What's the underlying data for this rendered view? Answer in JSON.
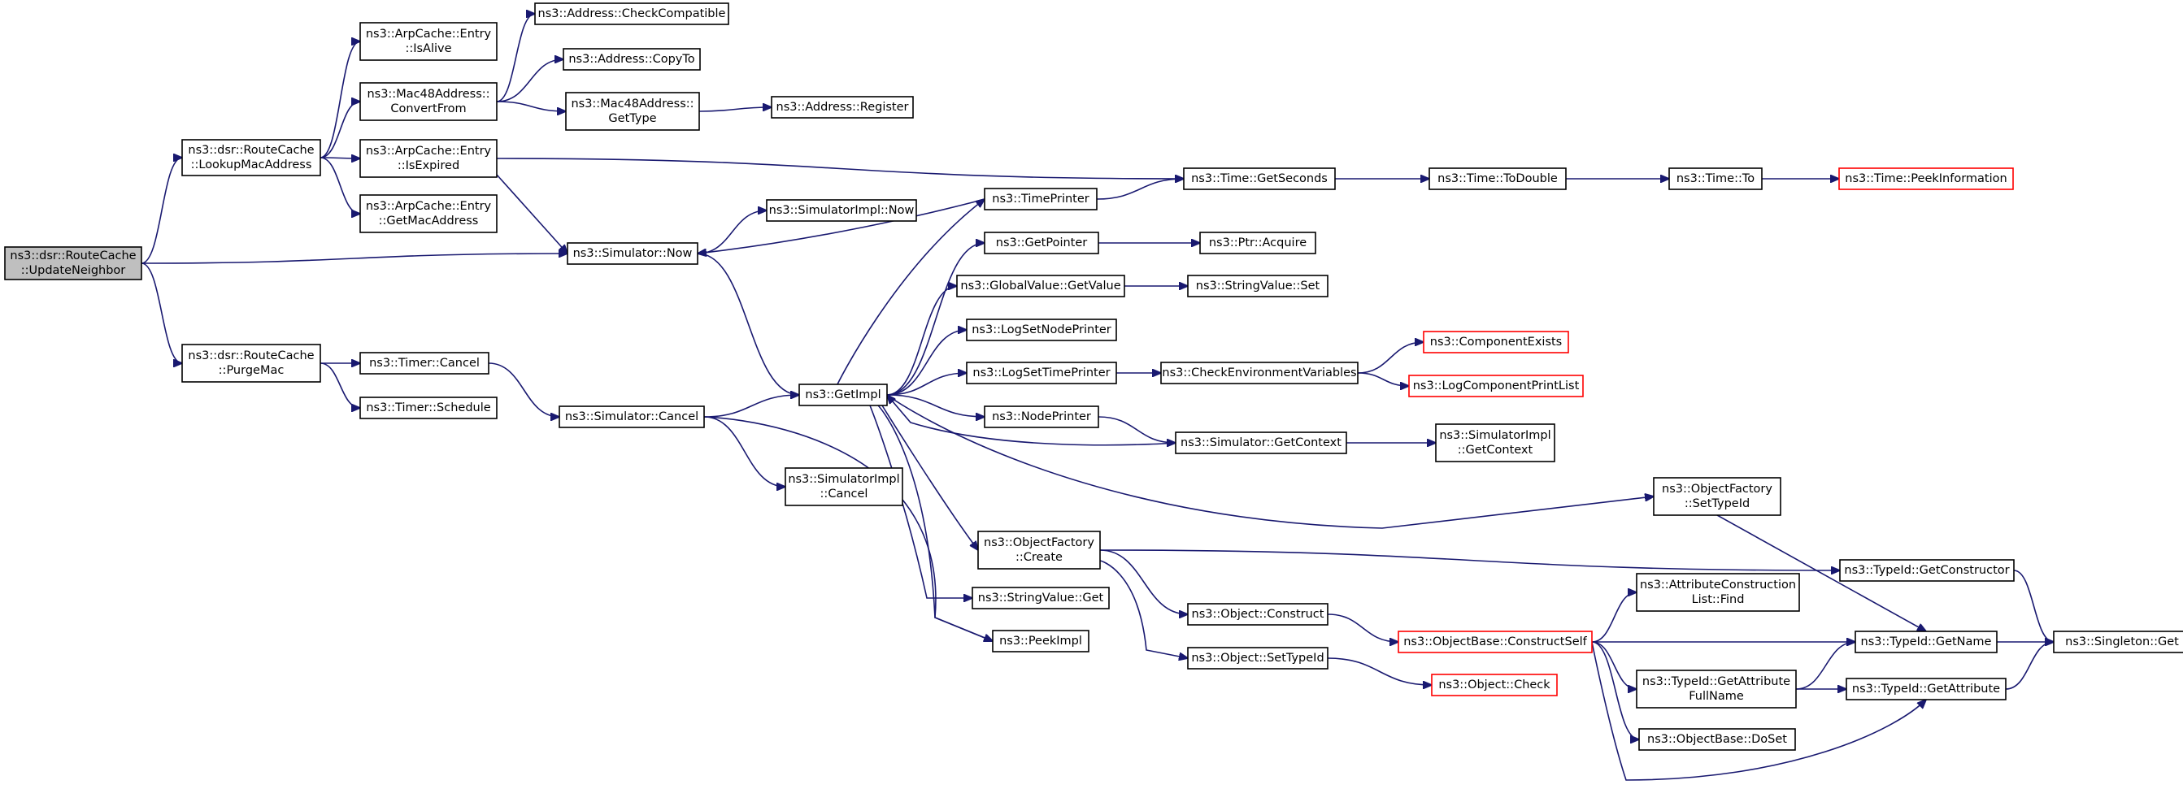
{
  "graph": {
    "edge_color": "#191970",
    "truncated_node_color": "#ff0000",
    "root_fill": "#bfbfbf",
    "nodes": [
      {
        "id": "n0",
        "lines": [
          "ns3::dsr::RouteCache",
          "::UpdateNeighbor"
        ],
        "root": true
      },
      {
        "id": "n1",
        "lines": [
          "ns3::dsr::RouteCache",
          "::LookupMacAddress"
        ]
      },
      {
        "id": "n2",
        "lines": [
          "ns3::ArpCache::Entry",
          "::IsAlive"
        ]
      },
      {
        "id": "n3",
        "lines": [
          "ns3::Mac48Address::",
          "ConvertFrom"
        ]
      },
      {
        "id": "n4",
        "lines": [
          "ns3::ArpCache::Entry",
          "::IsExpired"
        ]
      },
      {
        "id": "n5",
        "lines": [
          "ns3::ArpCache::Entry",
          "::GetMacAddress"
        ]
      },
      {
        "id": "n6",
        "lines": [
          "ns3::Address::CheckCompatible"
        ]
      },
      {
        "id": "n7",
        "lines": [
          "ns3::Address::CopyTo"
        ]
      },
      {
        "id": "n8",
        "lines": [
          "ns3::Mac48Address::",
          "GetType"
        ]
      },
      {
        "id": "n9",
        "lines": [
          "ns3::Address::Register"
        ]
      },
      {
        "id": "n10",
        "lines": [
          "ns3::Simulator::Now"
        ]
      },
      {
        "id": "n11",
        "lines": [
          "ns3::SimulatorImpl::Now"
        ]
      },
      {
        "id": "n12",
        "lines": [
          "ns3::TimePrinter"
        ]
      },
      {
        "id": "n13",
        "lines": [
          "ns3::Time::GetSeconds"
        ]
      },
      {
        "id": "n14",
        "lines": [
          "ns3::Time::ToDouble"
        ]
      },
      {
        "id": "n15",
        "lines": [
          "ns3::Time::To"
        ]
      },
      {
        "id": "n16",
        "lines": [
          "ns3::Time::PeekInformation"
        ],
        "truncated": true
      },
      {
        "id": "n17",
        "lines": [
          "ns3::dsr::RouteCache",
          "::PurgeMac"
        ]
      },
      {
        "id": "n18",
        "lines": [
          "ns3::Timer::Cancel"
        ]
      },
      {
        "id": "n19",
        "lines": [
          "ns3::Timer::Schedule"
        ]
      },
      {
        "id": "n20",
        "lines": [
          "ns3::Simulator::Cancel"
        ]
      },
      {
        "id": "n21",
        "lines": [
          "ns3::SimulatorImpl",
          "::Cancel"
        ]
      },
      {
        "id": "n22",
        "lines": [
          "ns3::GetImpl"
        ]
      },
      {
        "id": "n23",
        "lines": [
          "ns3::GetPointer"
        ]
      },
      {
        "id": "n24",
        "lines": [
          "ns3::Ptr::Acquire"
        ]
      },
      {
        "id": "n25",
        "lines": [
          "ns3::GlobalValue::GetValue"
        ]
      },
      {
        "id": "n26",
        "lines": [
          "ns3::StringValue::Set"
        ]
      },
      {
        "id": "n27",
        "lines": [
          "ns3::LogSetNodePrinter"
        ]
      },
      {
        "id": "n28",
        "lines": [
          "ns3::LogSetTimePrinter"
        ]
      },
      {
        "id": "n29",
        "lines": [
          "ns3::CheckEnvironmentVariables"
        ]
      },
      {
        "id": "n30",
        "lines": [
          "ns3::ComponentExists"
        ],
        "truncated": true
      },
      {
        "id": "n31",
        "lines": [
          "ns3::LogComponentPrintList"
        ],
        "truncated": true
      },
      {
        "id": "n32",
        "lines": [
          "ns3::NodePrinter"
        ]
      },
      {
        "id": "n33",
        "lines": [
          "ns3::Simulator::GetContext"
        ]
      },
      {
        "id": "n34",
        "lines": [
          "ns3::SimulatorImpl",
          "::GetContext"
        ]
      },
      {
        "id": "n35",
        "lines": [
          "ns3::ObjectFactory",
          "::SetTypeId"
        ]
      },
      {
        "id": "n36",
        "lines": [
          "ns3::ObjectFactory",
          "::Create"
        ]
      },
      {
        "id": "n37",
        "lines": [
          "ns3::StringValue::Get"
        ]
      },
      {
        "id": "n38",
        "lines": [
          "ns3::PeekImpl"
        ]
      },
      {
        "id": "n39",
        "lines": [
          "ns3::TypeId::GetConstructor"
        ]
      },
      {
        "id": "n40",
        "lines": [
          "ns3::Object::Construct"
        ]
      },
      {
        "id": "n41",
        "lines": [
          "ns3::Object::SetTypeId"
        ]
      },
      {
        "id": "n42",
        "lines": [
          "ns3::ObjectBase::ConstructSelf"
        ],
        "truncated": true
      },
      {
        "id": "n43",
        "lines": [
          "ns3::AttributeConstruction",
          "List::Find"
        ]
      },
      {
        "id": "n44",
        "lines": [
          "ns3::TypeId::GetName"
        ]
      },
      {
        "id": "n45",
        "lines": [
          "ns3::Singleton::Get"
        ]
      },
      {
        "id": "n46",
        "lines": [
          "ns3::TypeId::GetAttribute",
          "FullName"
        ]
      },
      {
        "id": "n47",
        "lines": [
          "ns3::TypeId::GetAttribute"
        ]
      },
      {
        "id": "n48",
        "lines": [
          "ns3::ObjectBase::DoSet"
        ]
      },
      {
        "id": "n49",
        "lines": [
          "ns3::Object::Check"
        ],
        "truncated": true
      }
    ],
    "edges": [
      [
        "n0",
        "n1"
      ],
      [
        "n0",
        "n10"
      ],
      [
        "n0",
        "n17"
      ],
      [
        "n1",
        "n2"
      ],
      [
        "n1",
        "n3"
      ],
      [
        "n1",
        "n4"
      ],
      [
        "n1",
        "n5"
      ],
      [
        "n3",
        "n6"
      ],
      [
        "n3",
        "n7"
      ],
      [
        "n3",
        "n8"
      ],
      [
        "n8",
        "n9"
      ],
      [
        "n4",
        "n13"
      ],
      [
        "n4",
        "n10"
      ],
      [
        "n10",
        "n11"
      ],
      [
        "n10",
        "n22"
      ],
      [
        "n12",
        "n13"
      ],
      [
        "n12",
        "n10"
      ],
      [
        "n13",
        "n14"
      ],
      [
        "n14",
        "n15"
      ],
      [
        "n15",
        "n16"
      ],
      [
        "n17",
        "n18"
      ],
      [
        "n17",
        "n19"
      ],
      [
        "n18",
        "n20"
      ],
      [
        "n20",
        "n22"
      ],
      [
        "n20",
        "n21"
      ],
      [
        "n20",
        "n38"
      ],
      [
        "n22",
        "n12"
      ],
      [
        "n22",
        "n23"
      ],
      [
        "n22",
        "n25"
      ],
      [
        "n22",
        "n27"
      ],
      [
        "n22",
        "n28"
      ],
      [
        "n22",
        "n32"
      ],
      [
        "n22",
        "n35"
      ],
      [
        "n22",
        "n36"
      ],
      [
        "n22",
        "n37"
      ],
      [
        "n22",
        "n38"
      ],
      [
        "n23",
        "n24"
      ],
      [
        "n25",
        "n26"
      ],
      [
        "n28",
        "n29"
      ],
      [
        "n29",
        "n30"
      ],
      [
        "n29",
        "n31"
      ],
      [
        "n32",
        "n33"
      ],
      [
        "n33",
        "n22"
      ],
      [
        "n33",
        "n34"
      ],
      [
        "n35",
        "n44"
      ],
      [
        "n36",
        "n39"
      ],
      [
        "n36",
        "n40"
      ],
      [
        "n36",
        "n41"
      ],
      [
        "n39",
        "n45"
      ],
      [
        "n40",
        "n42"
      ],
      [
        "n41",
        "n49"
      ],
      [
        "n42",
        "n43"
      ],
      [
        "n42",
        "n44"
      ],
      [
        "n42",
        "n46"
      ],
      [
        "n42",
        "n48"
      ],
      [
        "n42",
        "n47"
      ],
      [
        "n44",
        "n45"
      ],
      [
        "n46",
        "n44"
      ],
      [
        "n46",
        "n47"
      ],
      [
        "n47",
        "n45"
      ]
    ]
  }
}
